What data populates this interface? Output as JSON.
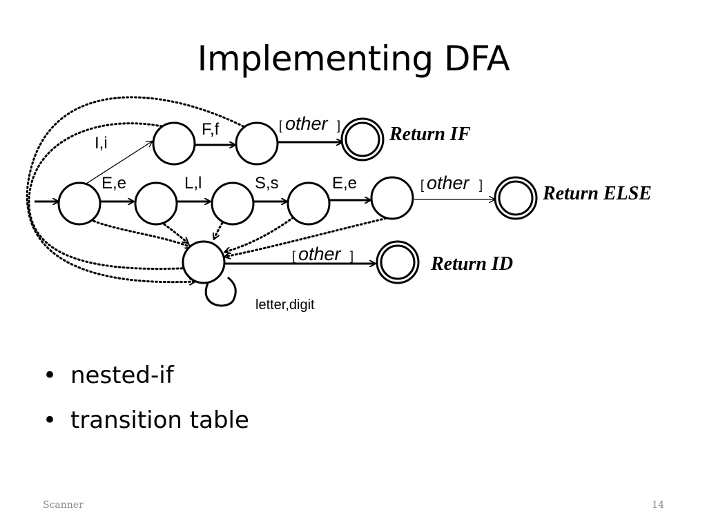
{
  "slide": {
    "title": "Implementing DFA",
    "bullets": [
      "nested-if",
      "transition table"
    ],
    "footer_left": "Scanner",
    "page_number": "14"
  },
  "diagram": {
    "edge_labels": {
      "if_first": "I,i",
      "if_second": "F,f",
      "else_1": "E,e",
      "else_2": "L,l",
      "else_3": "S,s",
      "else_4": "E,e",
      "loop": "letter,digit"
    },
    "other_label": "other",
    "bracket_open": "[",
    "bracket_close": "]",
    "returns": {
      "if": "Return IF",
      "else": "Return ELSE",
      "id": "Return ID"
    }
  }
}
